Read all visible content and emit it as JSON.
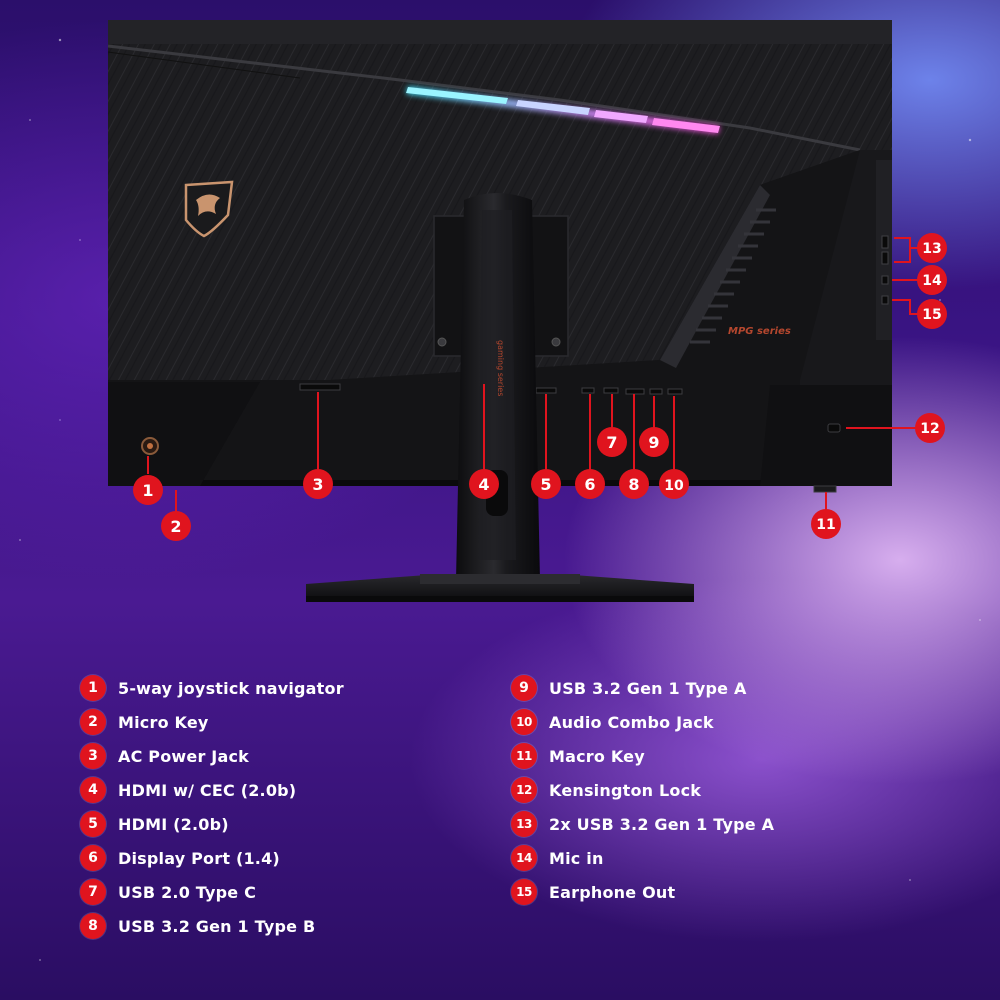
{
  "product": {
    "rear_logo_text": "MPG series",
    "stand_text": "gaming series"
  },
  "colors": {
    "badge_red": "#e0141e",
    "leader_red": "#e0141e",
    "rgb_cyan": "#3fe6ff",
    "rgb_pink": "#ff4fe0"
  },
  "callouts": [
    {
      "number": "1"
    },
    {
      "number": "2"
    },
    {
      "number": "3"
    },
    {
      "number": "4"
    },
    {
      "number": "5"
    },
    {
      "number": "6"
    },
    {
      "number": "7"
    },
    {
      "number": "8"
    },
    {
      "number": "9"
    },
    {
      "number": "10"
    },
    {
      "number": "11"
    },
    {
      "number": "12"
    },
    {
      "number": "13"
    },
    {
      "number": "14"
    },
    {
      "number": "15"
    }
  ],
  "legend": {
    "left": [
      {
        "number": "1",
        "label": "5-way joystick navigator"
      },
      {
        "number": "2",
        "label": "Micro Key"
      },
      {
        "number": "3",
        "label": "AC Power Jack"
      },
      {
        "number": "4",
        "label": "HDMI w/ CEC (2.0b)"
      },
      {
        "number": "5",
        "label": "HDMI (2.0b)"
      },
      {
        "number": "6",
        "label": "Display Port (1.4)"
      },
      {
        "number": "7",
        "label": "USB 2.0 Type C"
      },
      {
        "number": "8",
        "label": "USB 3.2 Gen 1 Type B"
      }
    ],
    "right": [
      {
        "number": "9",
        "label": "USB 3.2 Gen 1 Type A"
      },
      {
        "number": "10",
        "label": "Audio Combo Jack"
      },
      {
        "number": "11",
        "label": "Macro Key"
      },
      {
        "number": "12",
        "label": "Kensington Lock"
      },
      {
        "number": "13",
        "label": "2x USB 3.2 Gen 1 Type A"
      },
      {
        "number": "14",
        "label": "Mic in"
      },
      {
        "number": "15",
        "label": "Earphone Out"
      }
    ]
  }
}
